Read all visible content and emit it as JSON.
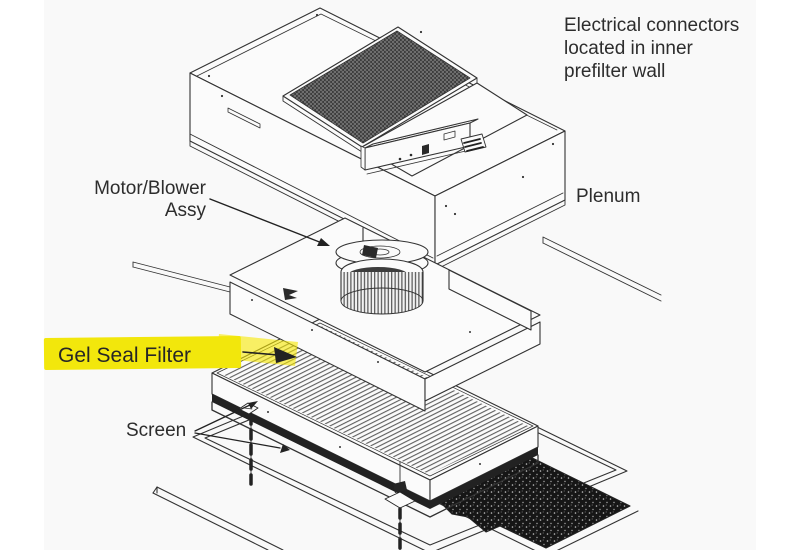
{
  "canvas": {
    "background": "#f9f9f9",
    "margin_color": "#ffffff",
    "line_color": "#333333",
    "highlight_color": "#f2e70c"
  },
  "diagram": {
    "title": "Fan filter unit exploded-view technical illustration",
    "labels": {
      "electrical_note": "Electrical connectors\nlocated in inner\nprefilter wall",
      "plenum": "Plenum",
      "motor_blower": [
        "Motor/Blower",
        "Assy"
      ],
      "gel_seal_filter": "Gel Seal Filter",
      "screen": "Screen"
    },
    "parts": [
      {
        "name": "plenum"
      },
      {
        "name": "prefilter-grille"
      },
      {
        "name": "electrical-connector-box"
      },
      {
        "name": "motor-blower-assembly"
      },
      {
        "name": "fan-deck-tray"
      },
      {
        "name": "gel-seal-filter"
      },
      {
        "name": "screen-frame"
      },
      {
        "name": "screen-mesh"
      },
      {
        "name": "mounting-bolts"
      }
    ]
  }
}
